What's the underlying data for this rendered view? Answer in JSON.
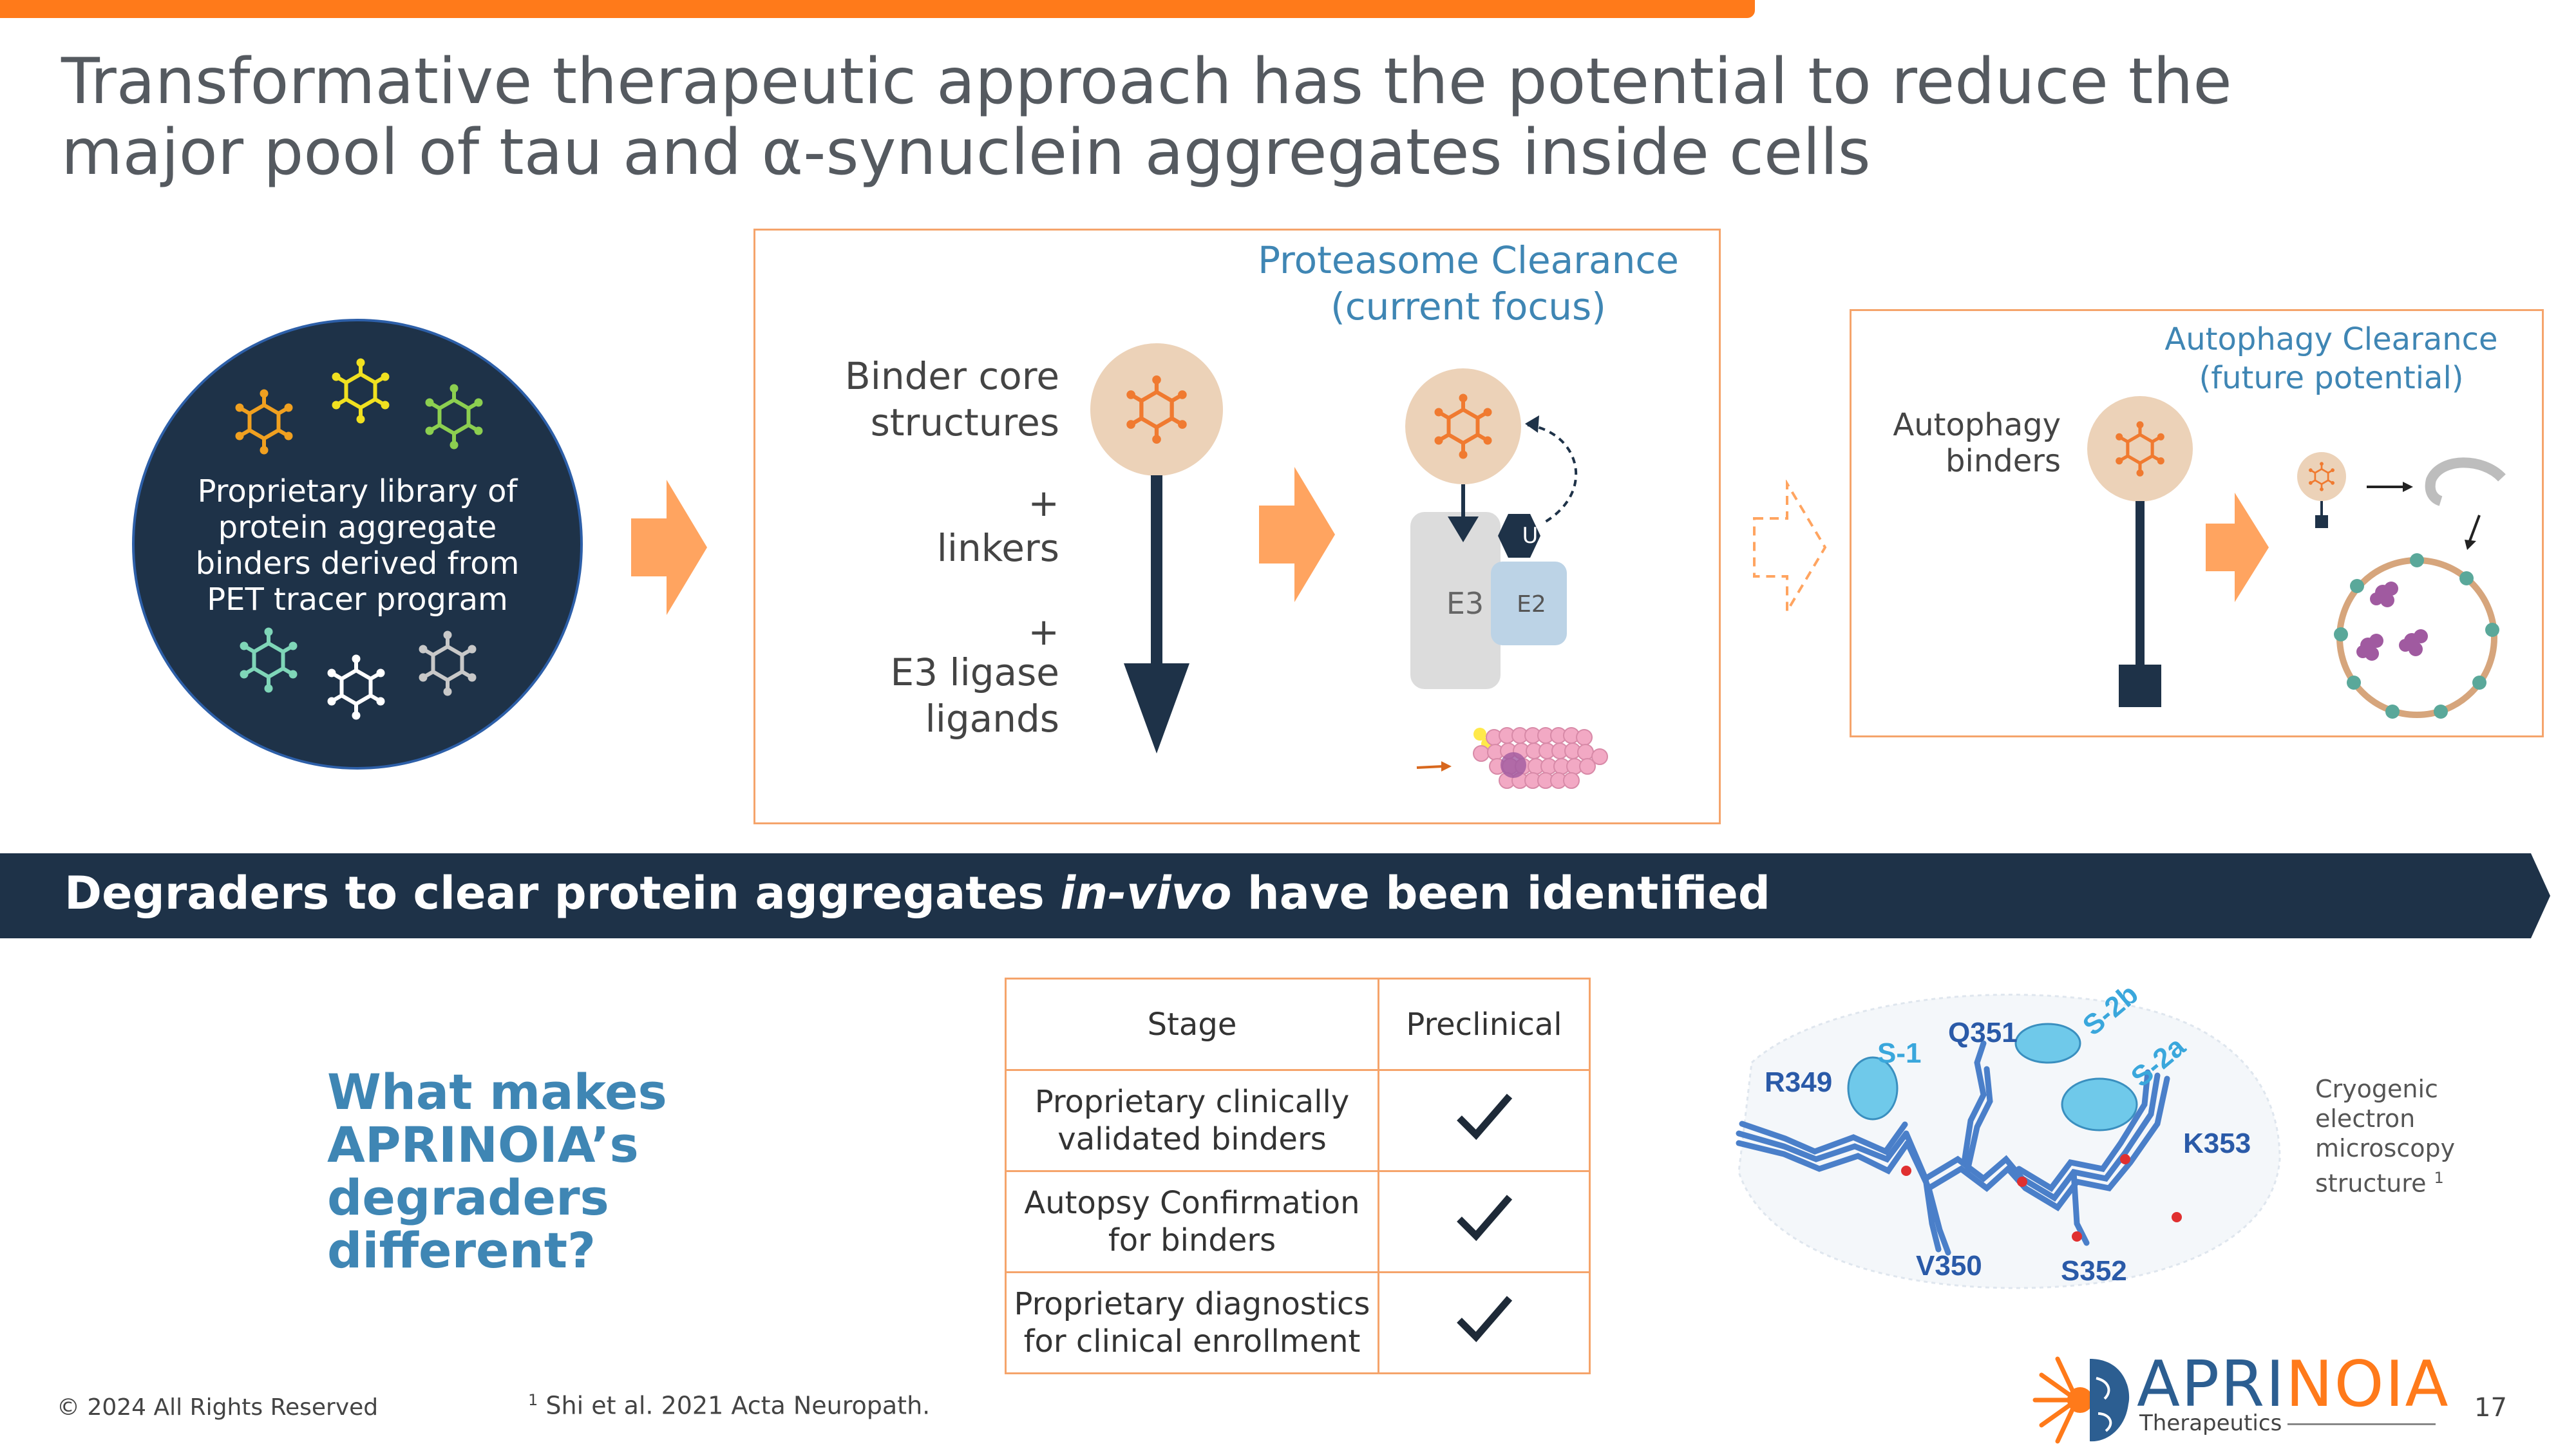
{
  "title": {
    "line1": "Transformative therapeutic approach has the potential to reduce the",
    "line2": "major pool of tau and α-synuclein aggregates inside cells"
  },
  "library": {
    "text": "Proprietary library of protein aggregate binders derived from PET tracer program"
  },
  "proteasome": {
    "heading_line1": "Proteasome Clearance",
    "heading_line2": "(current focus)",
    "binder_line1": "Binder core",
    "binder_line2": "structures",
    "plus1": "+",
    "linkers": "linkers",
    "plus2": "+",
    "e3_line1": "E3 ligase",
    "e3_line2": "ligands",
    "u_label": "U",
    "e3_label": "E3",
    "e2_label": "E2"
  },
  "autophagy": {
    "heading_line1": "Autophagy Clearance",
    "heading_line2": "(future potential)",
    "binder_line1": "Autophagy",
    "binder_line2": "binders"
  },
  "banner": {
    "text_before": "Degraders to clear protein aggregates ",
    "text_italic": "in-vivo",
    "text_after": " have been identified"
  },
  "question": {
    "line1": "What makes",
    "line2": "APRINOIA’s degraders",
    "line3": "different?"
  },
  "table": {
    "header_stage": "Stage",
    "header_preclinical": "Preclinical",
    "rows": [
      {
        "line1": "Proprietary clinically",
        "line2": "validated binders"
      },
      {
        "line1": "Autopsy Confirmation",
        "line2": "for binders"
      },
      {
        "line1": "Proprietary diagnostics",
        "line2": "for clinical enrollment"
      }
    ]
  },
  "structure": {
    "labels": [
      "R349",
      "S-1",
      "Q351",
      "S-2b",
      "S-2a",
      "K353",
      "V350",
      "S352"
    ],
    "caption_line1": "Cryogenic",
    "caption_line2": "electron",
    "caption_line3": "microscopy",
    "caption_line4": "structure",
    "caption_sup": "1"
  },
  "footer": {
    "copyright": "© 2024 All Rights Reserved",
    "footnote_sup": "1",
    "footnote": "Shi et al. 2021 Acta Neuropath.",
    "page_number": "17"
  },
  "brand": {
    "name_part1": "APRI",
    "name_part2": "NOIA",
    "sub": "Therapeutics"
  },
  "colors": {
    "orange": "#ff7a1a",
    "navy": "#1e3248",
    "blue": "#3f86b4",
    "panel_border": "#f5a46b",
    "binder_circle": "#ecd2b8"
  },
  "icons": [
    "hexagon-molecule-icon",
    "checkmark-icon",
    "arrow-right-icon",
    "aprinoia-sun-logo-icon"
  ]
}
